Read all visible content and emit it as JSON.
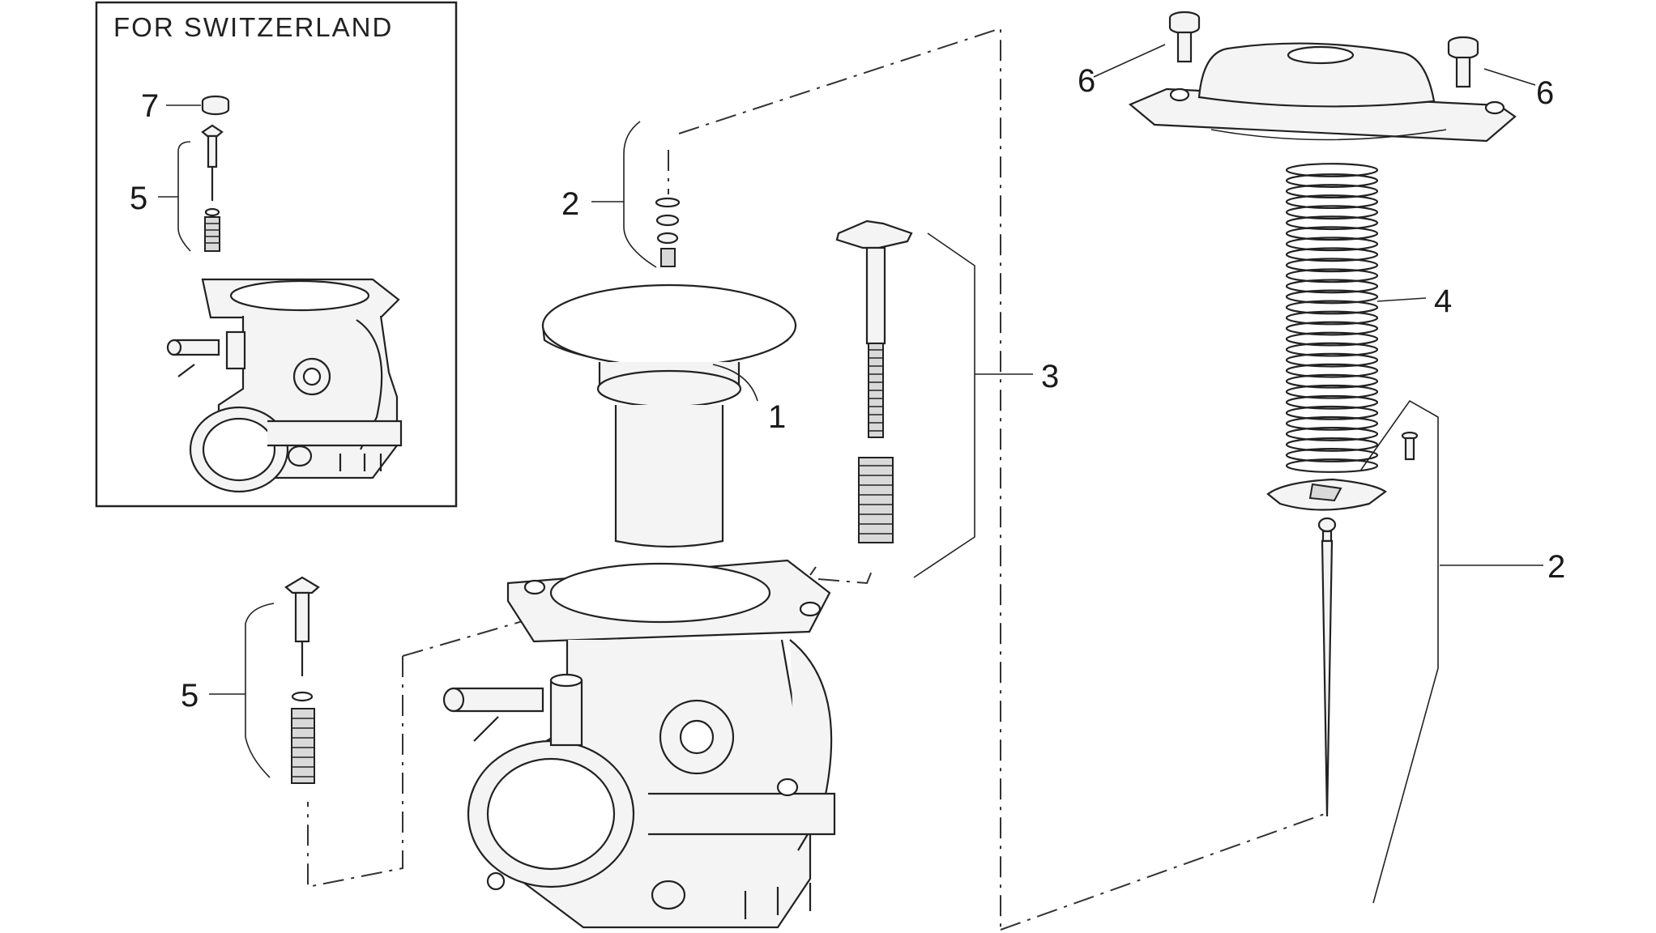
{
  "inset": {
    "title": "FOR SWITZERLAND"
  },
  "callouts": {
    "c1": "1",
    "c2_top": "2",
    "c2_right": "2",
    "c3": "3",
    "c4": "4",
    "c5_inset": "5",
    "c5_main": "5",
    "c6_left": "6",
    "c6_right": "6",
    "c7": "7"
  }
}
